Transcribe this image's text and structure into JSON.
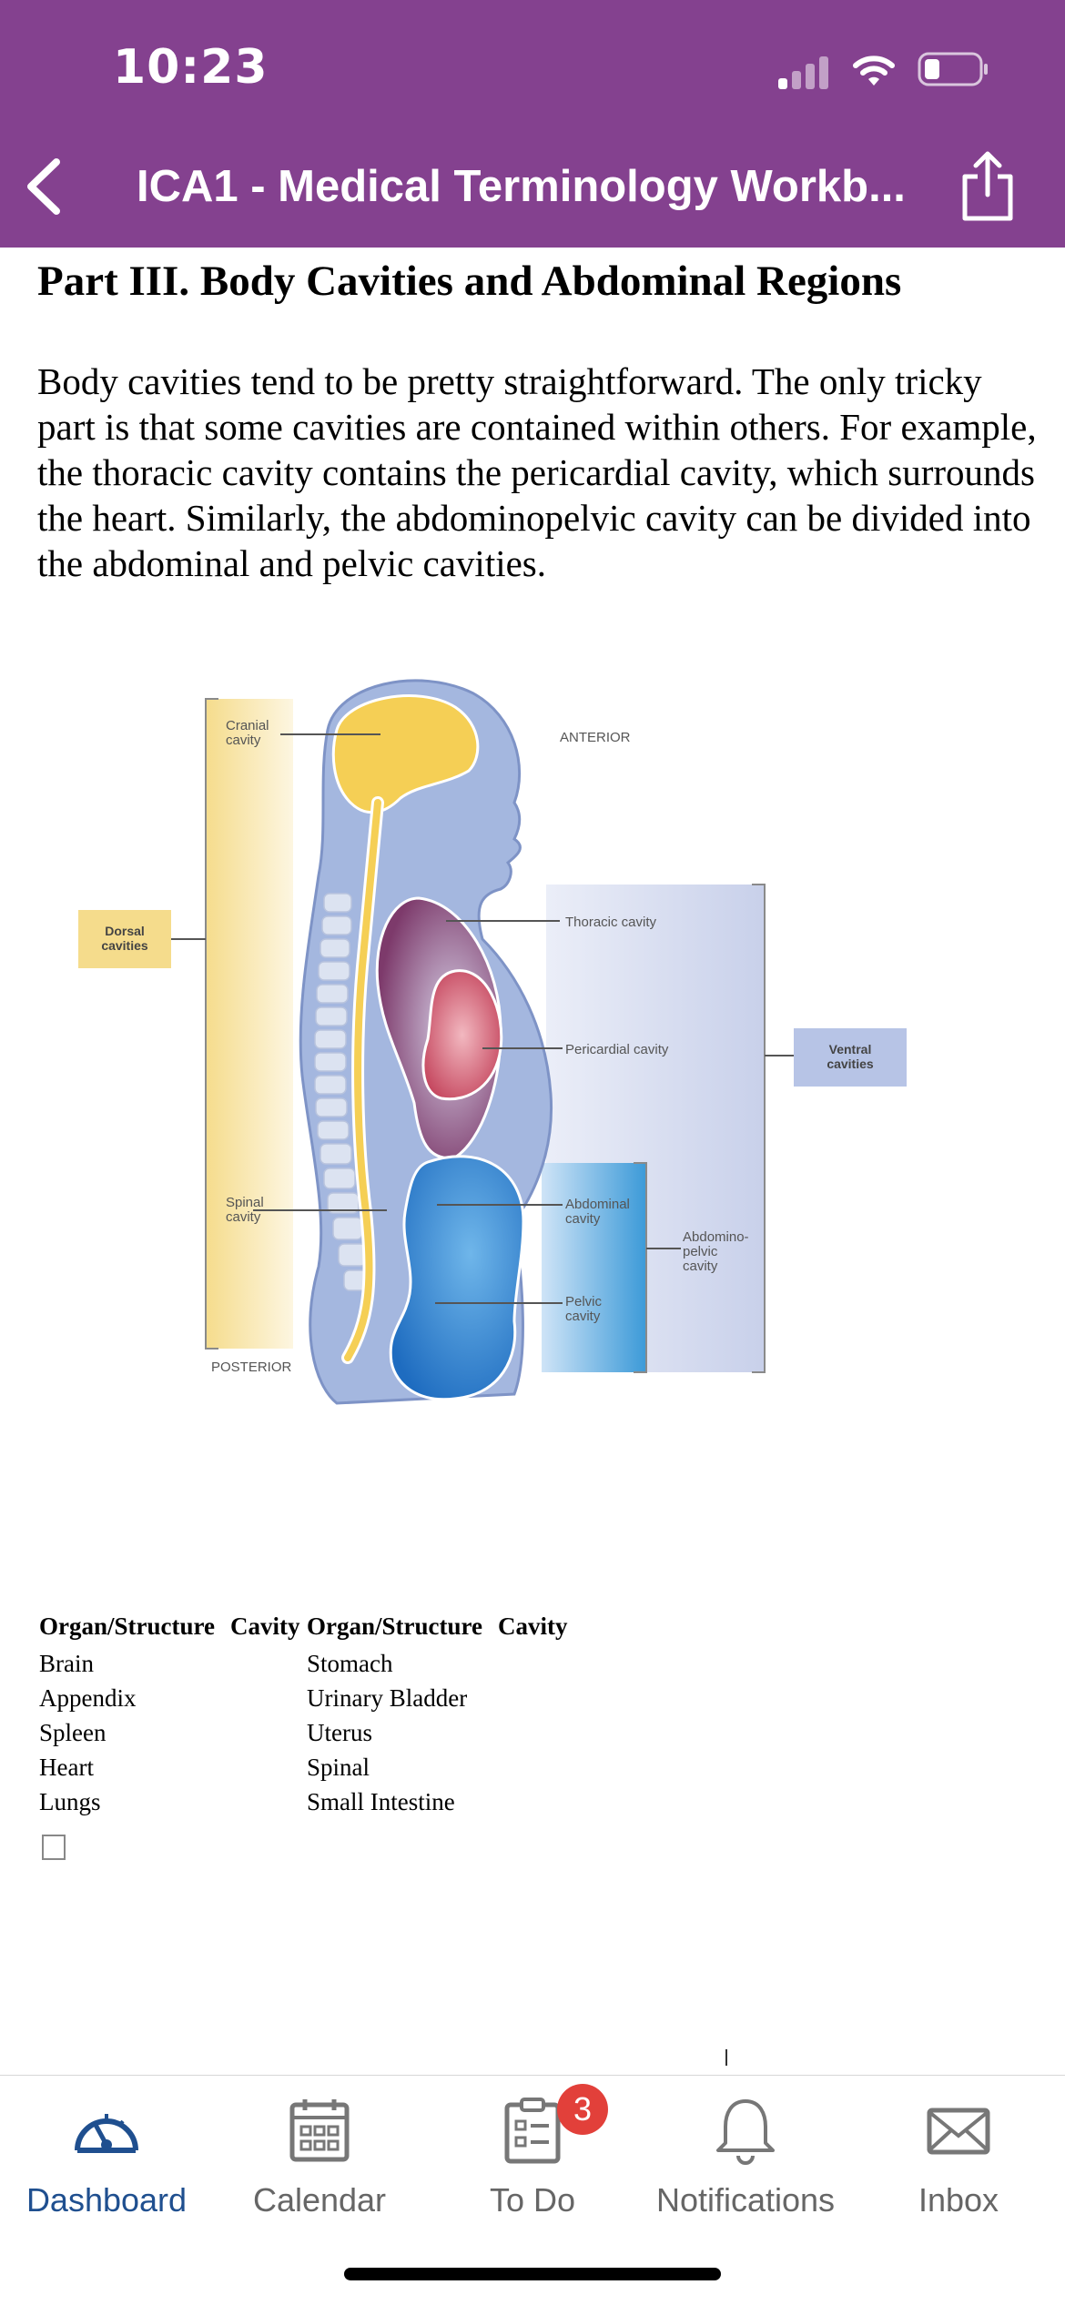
{
  "status_bar": {
    "time": "10:23"
  },
  "nav": {
    "title": "ICA1 - Medical Terminology Workb..."
  },
  "document": {
    "heading": "Part III. Body Cavities and Abdominal Regions",
    "paragraph": "Body cavities tend to be pretty straightforward. The only tricky part is that some cavities are contained within others. For example, the thoracic cavity contains the pericardial cavity, which surrounds the heart. Similarly, the abdominopelvic cavity can be divided into the abdominal and pelvic cavities.",
    "figure": {
      "labels": {
        "cranial": "Cranial cavity",
        "anterior": "ANTERIOR",
        "thoracic": "Thoracic cavity",
        "pericardial": "Pericardial cavity",
        "dorsal": "Dorsal cavities",
        "ventral": "Ventral cavities",
        "spinal": "Spinal cavity",
        "abdominal": "Abdominal cavity",
        "abdominopelvic": "Abdomino-pelvic cavity",
        "pelvic": "Pelvic cavity",
        "posterior": "POSTERIOR"
      }
    },
    "table": {
      "headers": [
        "Organ/Structure",
        "Cavity",
        "Organ/Structure",
        "Cavity"
      ],
      "rows": [
        [
          "Brain",
          "",
          "Stomach",
          ""
        ],
        [
          "Appendix",
          "",
          "Urinary Bladder",
          ""
        ],
        [
          "Spleen",
          "",
          "Uterus",
          ""
        ],
        [
          "Heart",
          "",
          "Spinal",
          ""
        ],
        [
          "Lungs",
          "",
          "Small Intestine",
          ""
        ]
      ]
    }
  },
  "tabbar": {
    "tabs": [
      {
        "label": "Dashboard",
        "icon": "dashboard-icon"
      },
      {
        "label": "Calendar",
        "icon": "calendar-icon"
      },
      {
        "label": "To Do",
        "icon": "todo-icon"
      },
      {
        "label": "Notifications",
        "icon": "bell-icon"
      },
      {
        "label": "Inbox",
        "icon": "mail-icon"
      }
    ],
    "todo_badge": "3"
  },
  "colors": {
    "brand_purple": "#84418f",
    "active_tab": "#1f4f8f",
    "badge_red": "#e2403a"
  }
}
